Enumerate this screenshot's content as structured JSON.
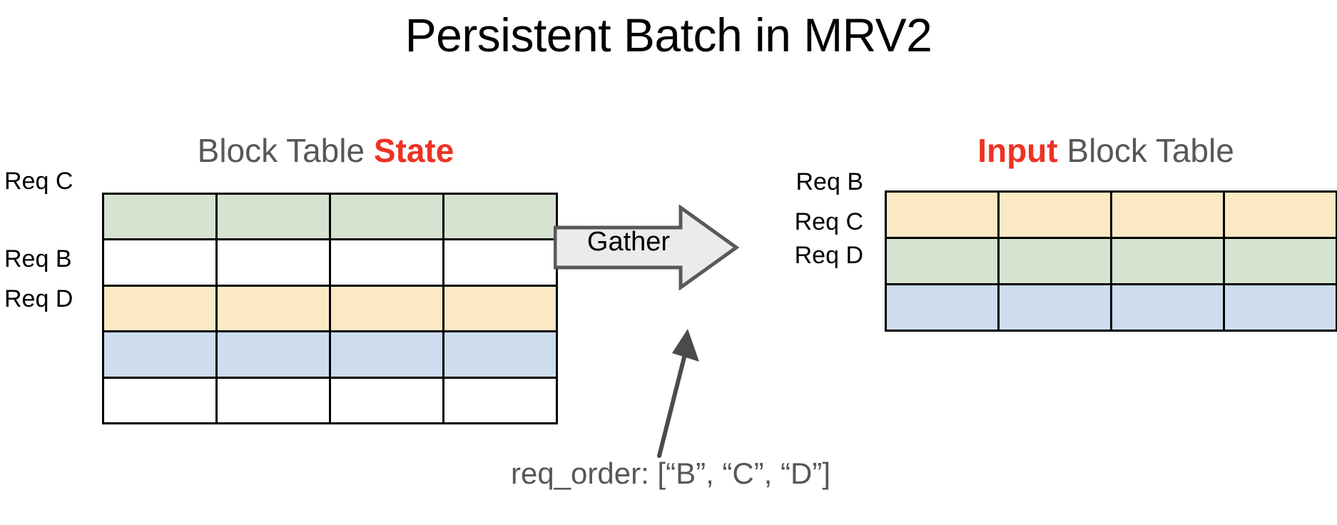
{
  "slide": {
    "title": "Persistent Batch in MRV2",
    "background": "#ffffff"
  },
  "colors": {
    "accent_red": "#ee3224",
    "heading_gray": "#575757",
    "cell_green": "#d6e3d0",
    "cell_yellow": "#fbe9c4",
    "cell_blue": "#cdddee",
    "cell_white": "#ffffff",
    "grid_black": "#000000",
    "arrow_fill": "#ebebeb",
    "arrow_stroke": "#595959"
  },
  "left_panel": {
    "heading_prefix": "Block Table ",
    "heading_accent": "State",
    "row_labels": [
      {
        "id": "req-c",
        "text": "Req C"
      },
      {
        "id": "req-b",
        "text": "Req B"
      },
      {
        "id": "req-d",
        "text": "Req D"
      }
    ],
    "columns": 4,
    "rows": [
      {
        "label": "Req C",
        "fill": "#d6e3d0",
        "slot": 0
      },
      {
        "label": "",
        "fill": "#ffffff",
        "slot": 1
      },
      {
        "label": "Req B",
        "fill": "#fbe9c4",
        "slot": 2
      },
      {
        "label": "Req D",
        "fill": "#cdddee",
        "slot": 3
      },
      {
        "label": "",
        "fill": "#ffffff",
        "slot": 4
      }
    ]
  },
  "transform": {
    "label": "Gather",
    "direction": "right"
  },
  "right_panel": {
    "heading_accent": "Input",
    "heading_suffix": " Block Table",
    "row_labels": [
      {
        "id": "req-b",
        "text": "Req B"
      },
      {
        "id": "req-c",
        "text": "Req C"
      },
      {
        "id": "req-d",
        "text": "Req D"
      }
    ],
    "columns": 4,
    "rows": [
      {
        "label": "Req B",
        "fill": "#fbe9c4",
        "slot": 0
      },
      {
        "label": "Req C",
        "fill": "#d6e3d0",
        "slot": 1
      },
      {
        "label": "Req D",
        "fill": "#cdddee",
        "slot": 2
      }
    ]
  },
  "caption": {
    "text": "req_order: [“B”, “C”, “D”]"
  }
}
